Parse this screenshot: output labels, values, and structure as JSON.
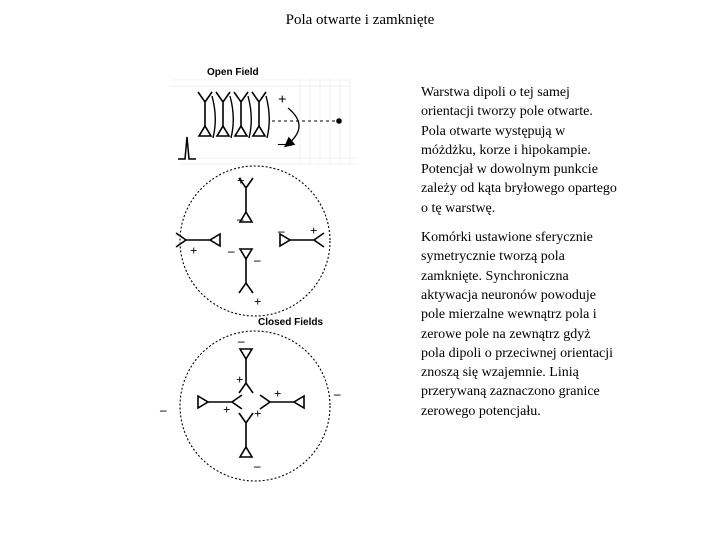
{
  "slide": {
    "title": "Pola otwarte i zamknięte"
  },
  "figure": {
    "open_label": "Open Field",
    "closed_label": "Closed Fields",
    "signs": {
      "plus": "+",
      "minus": "–"
    }
  },
  "text": {
    "paragraph_1": "Warstwa dipoli o tej samej orientacji tworzy pole otwarte. Pola otwarte występują w móżdżku, korze i hipokampie. Potencjał w dowolnym punkcie zależy od kąta bryłowego opartego o tę warstwę.",
    "paragraph_2": "Komórki ustawione sferycznie symetrycznie tworzą pola zamknięte. Synchroniczna aktywacja neuronów powoduje pole mierzalne wewnątrz pola i zerowe pole na zewnątrz gdyż pola dipoli o przeciwnej orientacji znoszą się wzajemnie. Linią przerywaną zaznaczono granice zerowego potencjału."
  }
}
